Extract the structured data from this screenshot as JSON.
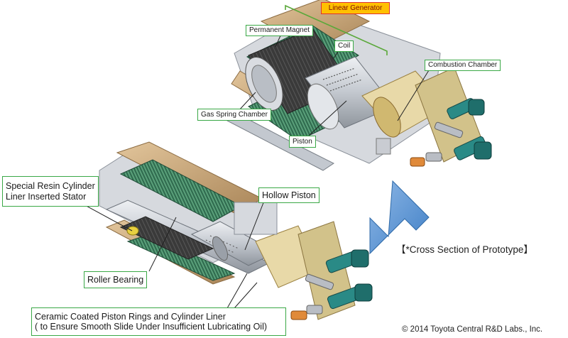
{
  "labels": {
    "linear_generator": "Linear Generator",
    "permanent_magnet": "Permanent Magnet",
    "coil": "Coil",
    "combustion_chamber": "Combustion Chamber",
    "gas_spring_chamber": "Gas Spring Chamber",
    "piston": "Piston",
    "special_resin_line1": "Special Resin Cylinder",
    "special_resin_line2": "Liner Inserted Stator",
    "hollow_piston": "Hollow Piston",
    "roller_bearing": "Roller Bearing",
    "ceramic_line1": "Ceramic Coated Piston Rings and Cylinder Liner",
    "ceramic_line2": "( to Ensure Smooth Slide Under Insufficient Lubricating Oil)"
  },
  "caption": "【*Cross Section of Prototype】",
  "copyright": "© 2014 Toyota Central R&D Labs., Inc.",
  "colors": {
    "label_border": "#3aa846",
    "highlight_fill": "#ffc000",
    "highlight_border": "#e03030",
    "arrow": "#5b9bd5",
    "housing_tan": "#c9a67a",
    "coil_green": "#3d7a5a",
    "magnet_dark": "#3a3a3a",
    "steel": "#c8ccd2",
    "injector_teal": "#2a8a86"
  }
}
